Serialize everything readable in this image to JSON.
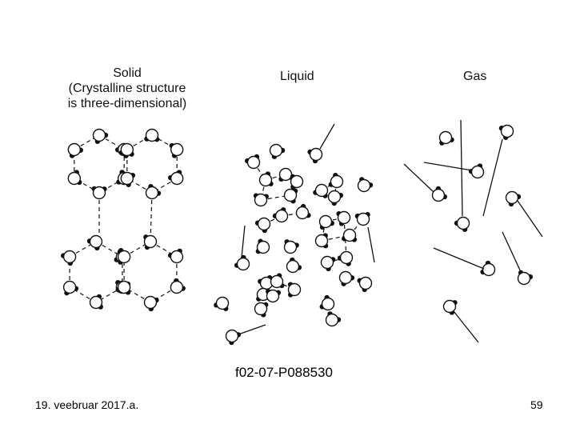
{
  "diagram": {
    "solid_label": "Solid\n(Crystalline structure\nis three-dimensional)",
    "liquid_label": "Liquid",
    "gas_label": "Gas",
    "caption": "f02-07-P088530"
  },
  "footer": {
    "date": "19. veebruar 2017.a.",
    "page_number": "59"
  }
}
